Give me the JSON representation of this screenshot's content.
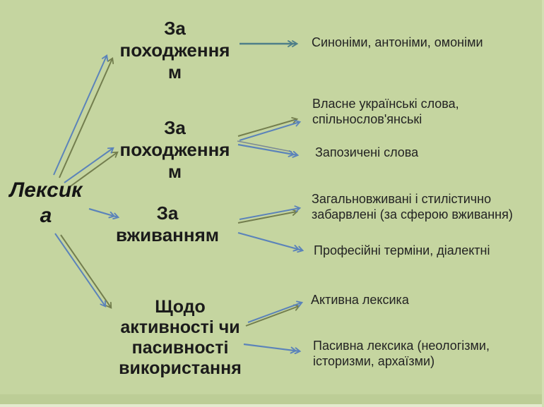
{
  "slide": {
    "background_color": "#c5d5a0",
    "arrow_colors": {
      "blue": "#5b83ba",
      "olive": "#737e4e",
      "teal": "#4e7e89"
    },
    "root": {
      "label": "Лексика",
      "lines": [
        "Лексик",
        "а"
      ]
    },
    "branches": [
      {
        "label": "За походженням",
        "lines": [
          "За",
          "походження",
          "м"
        ],
        "items": [
          "Синоніми, антоніми, омоніми"
        ]
      },
      {
        "label": "За походженням",
        "lines": [
          "За",
          "походження",
          "м"
        ],
        "items": [
          "Власне українські слова, спільнослов'янські",
          "Запозичені слова"
        ]
      },
      {
        "label": "За вживанням",
        "lines": [
          "За",
          "вживанням"
        ],
        "items": [
          "Загальновживані і стилістично забарвлені (за сферою вживання)",
          "Професійні терміни, діалектні"
        ]
      },
      {
        "label": "Щодо активності чи пасивності використання",
        "lines": [
          "Щодо",
          "активності чи",
          "пасивності",
          "використання"
        ],
        "items": [
          "Активна лексика",
          "Пасивна лексика (неологізми, історизми, архаїзми)"
        ]
      }
    ]
  }
}
